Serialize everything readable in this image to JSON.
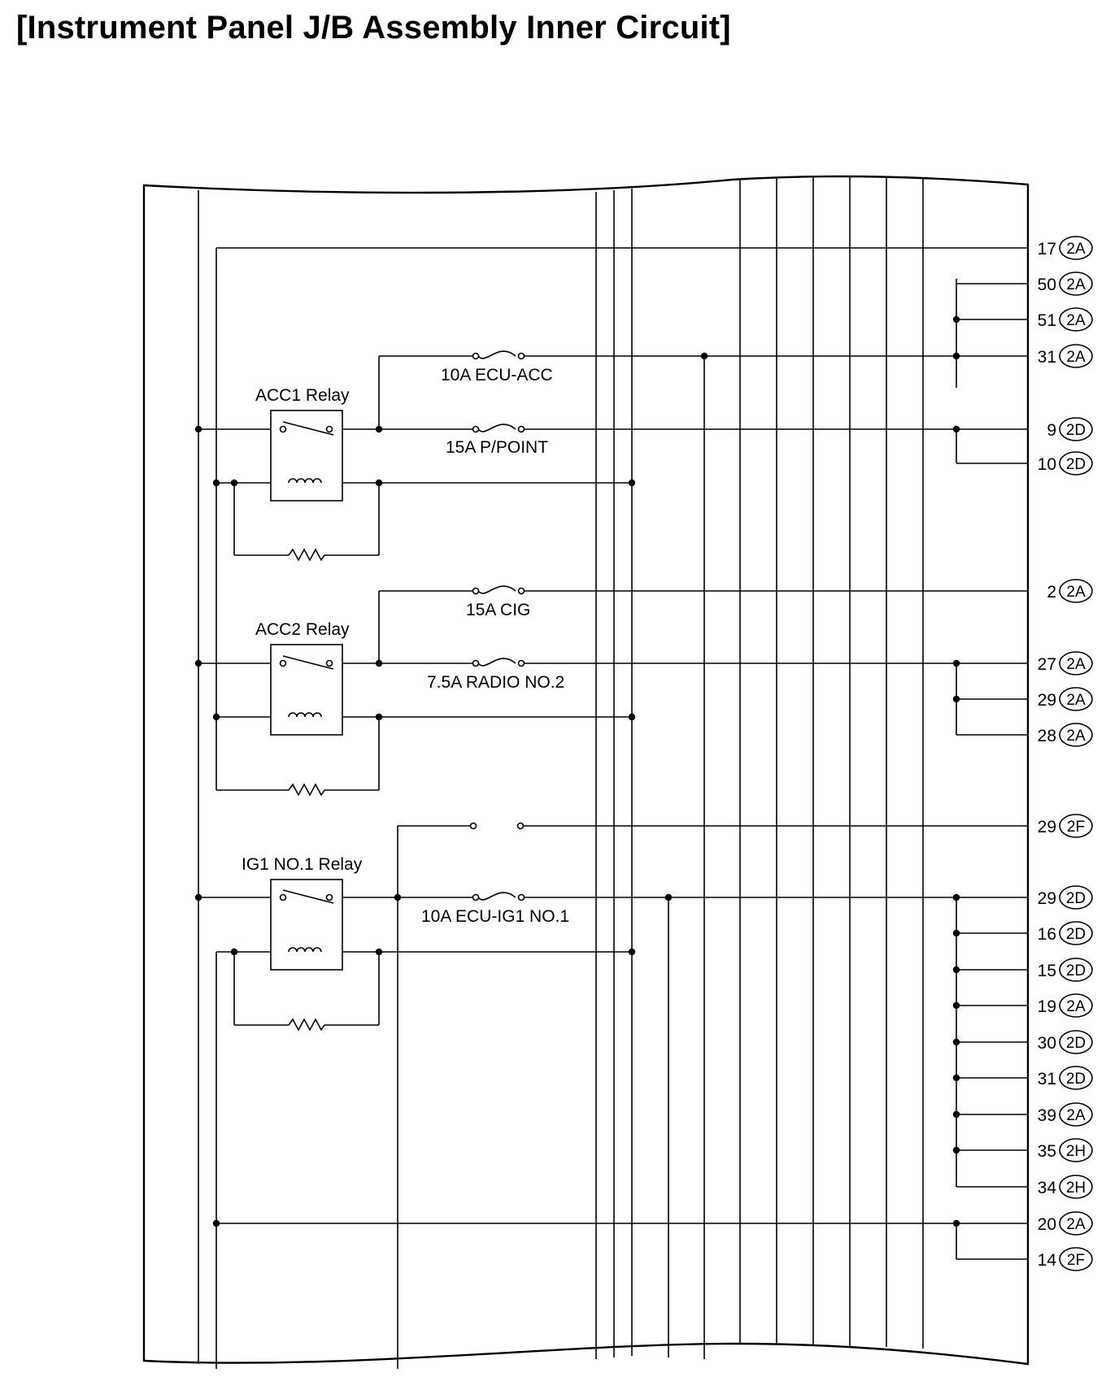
{
  "page_title": "[Instrument Panel J/B Assembly Inner Circuit]",
  "relays": [
    {
      "id": "acc1",
      "label": "ACC1 Relay"
    },
    {
      "id": "acc2",
      "label": "ACC2 Relay"
    },
    {
      "id": "ig1",
      "label": "IG1 NO.1 Relay"
    }
  ],
  "fuses": [
    {
      "id": "ecu-acc",
      "label": "10A ECU-ACC"
    },
    {
      "id": "p-point",
      "label": "15A P/POINT"
    },
    {
      "id": "cig",
      "label": "15A CIG"
    },
    {
      "id": "radio2",
      "label": "7.5A RADIO NO.2"
    },
    {
      "id": "ecu-ig1",
      "label": "10A ECU-IG1 NO.1"
    }
  ],
  "terminals": [
    {
      "pin": "17",
      "connector": "2A"
    },
    {
      "pin": "50",
      "connector": "2A"
    },
    {
      "pin": "51",
      "connector": "2A"
    },
    {
      "pin": "31",
      "connector": "2A"
    },
    {
      "pin": "9",
      "connector": "2D"
    },
    {
      "pin": "10",
      "connector": "2D"
    },
    {
      "pin": "2",
      "connector": "2A"
    },
    {
      "pin": "27",
      "connector": "2A"
    },
    {
      "pin": "29",
      "connector": "2A"
    },
    {
      "pin": "28",
      "connector": "2A"
    },
    {
      "pin": "29",
      "connector": "2F"
    },
    {
      "pin": "29",
      "connector": "2D"
    },
    {
      "pin": "16",
      "connector": "2D"
    },
    {
      "pin": "15",
      "connector": "2D"
    },
    {
      "pin": "19",
      "connector": "2A"
    },
    {
      "pin": "30",
      "connector": "2D"
    },
    {
      "pin": "31",
      "connector": "2D"
    },
    {
      "pin": "39",
      "connector": "2A"
    },
    {
      "pin": "35",
      "connector": "2H"
    },
    {
      "pin": "34",
      "connector": "2H"
    },
    {
      "pin": "20",
      "connector": "2A"
    },
    {
      "pin": "14",
      "connector": "2F"
    }
  ]
}
